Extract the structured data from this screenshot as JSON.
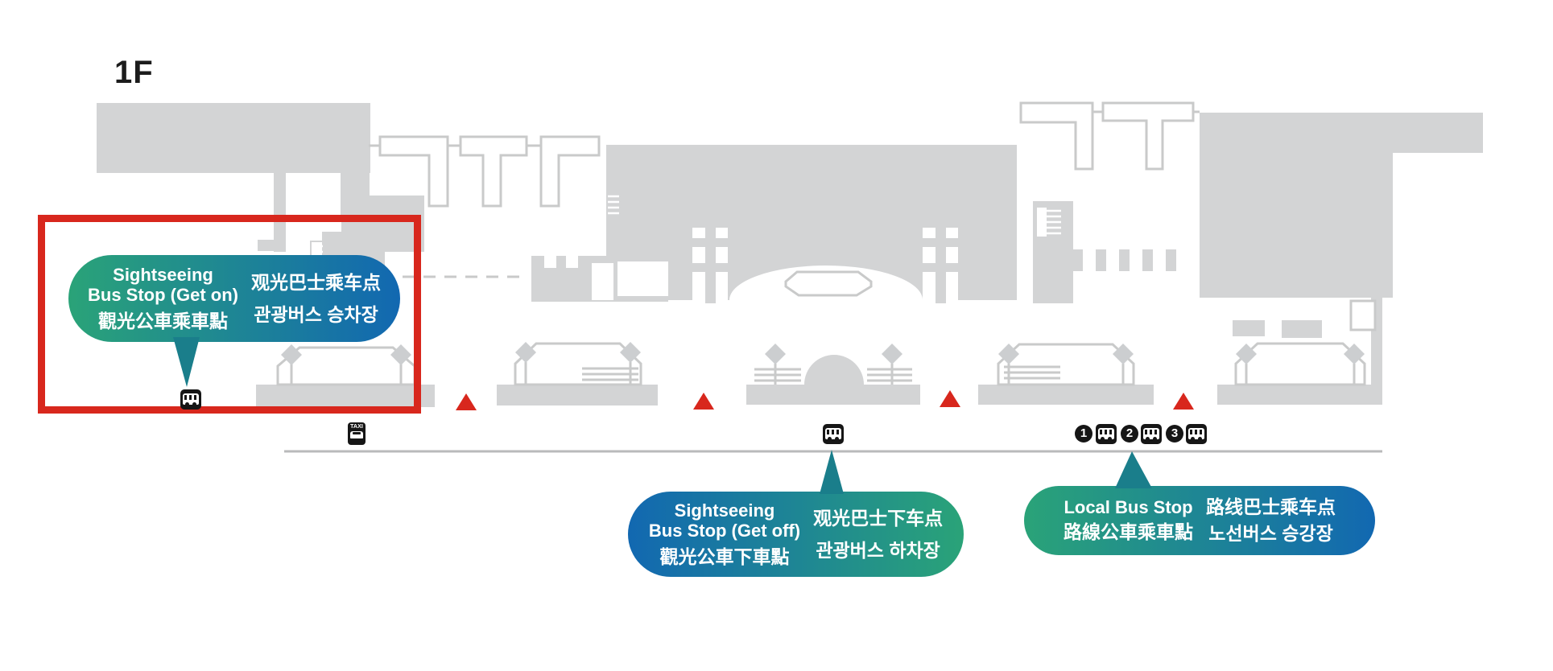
{
  "floor": {
    "label": "1F"
  },
  "legend_bubbles": {
    "sightseeing_get_on": {
      "en_line1": "Sightseeing",
      "en_line2": "Bus Stop (Get on)",
      "zh_hant": "觀光公車乘車點",
      "zh_hans": "观光巴士乘车点",
      "ko": "관광버스 승차장"
    },
    "sightseeing_get_off": {
      "en_line1": "Sightseeing",
      "en_line2": "Bus Stop (Get off)",
      "zh_hant": "觀光公車下車點",
      "zh_hans": "观光巴士下车点",
      "ko": "관광버스 하차장"
    },
    "local_bus": {
      "en": "Local Bus Stop",
      "zh_hant": "路線公車乘車點",
      "zh_hans": "路线巴士乘车点",
      "ko": "노선버스 승강장"
    }
  },
  "markers": {
    "taxi_label": "TAXI",
    "local_bus_stop_numbers": [
      {
        "number": "1"
      },
      {
        "number": "2"
      },
      {
        "number": "3"
      }
    ]
  },
  "colors": {
    "highlight_box_red": "#d8271d",
    "triangle_red": "#d8271d",
    "bubble_green": "#2aa378",
    "bubble_blue": "#1268b1",
    "pointer_teal": "#1a7e8b",
    "plan_gray": "#d3d4d5",
    "outline_gray": "#c9caca",
    "road_gray": "#b9babb",
    "icon_black": "#161616"
  }
}
